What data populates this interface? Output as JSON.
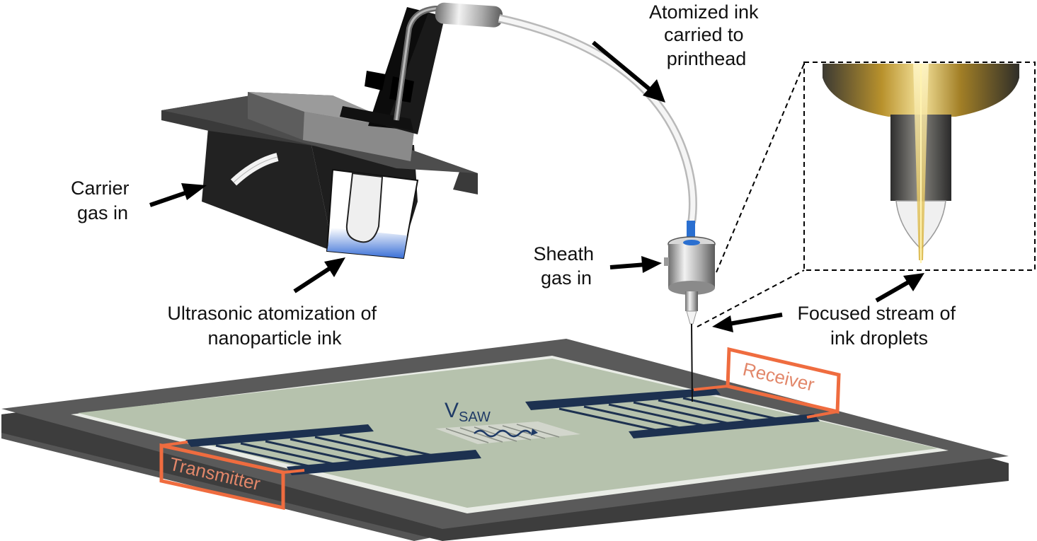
{
  "labels": {
    "atomized_ink": [
      "Atomized ink",
      "carried to",
      "printhead"
    ],
    "carrier_gas": [
      "Carrier",
      "gas in"
    ],
    "sheath_gas": [
      "Sheath",
      "gas in"
    ],
    "ultrasonic": [
      "Ultrasonic atomization of",
      "nanoparticle ink"
    ],
    "focused_stream": [
      "Focused stream of",
      "ink droplets"
    ],
    "receiver": "Receiver",
    "transmitter": "Transmitter",
    "vsaw_main": "V",
    "vsaw_sub": "SAW"
  },
  "colors": {
    "substrate_top": "#b6c2ad",
    "substrate_frame": "#4a4a4a",
    "electrode": "#1d3150",
    "tag_outline": "#ef6c3f",
    "ink_blue": "#3a6fd6"
  }
}
